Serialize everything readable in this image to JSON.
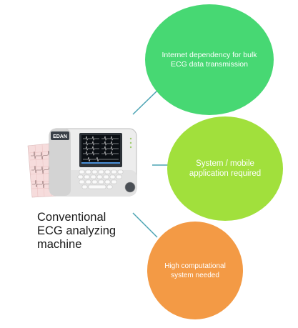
{
  "device": {
    "brand": "EDAN",
    "caption": [
      "Conventional",
      "ECG analyzing",
      "machine"
    ]
  },
  "nodes": [
    {
      "text": "Internet dependency for bulk ECG data transmission",
      "color": "#47d873"
    },
    {
      "text": "System / mobile application required",
      "color": "#a1e03c"
    },
    {
      "text": "High computational system needed",
      "color": "#f39a45"
    }
  ],
  "connector_color": "#4aa3b3"
}
